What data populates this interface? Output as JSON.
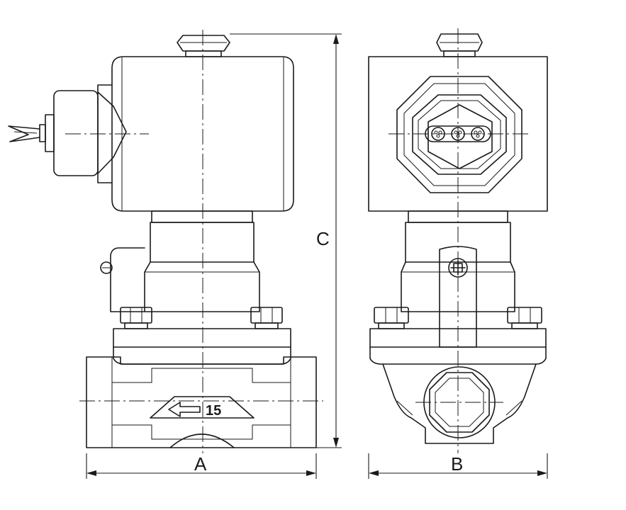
{
  "dimensions": {
    "width_label": "A",
    "depth_label": "B",
    "height_label": "C"
  },
  "body_marking": "15",
  "views": [
    "front-view",
    "side-view"
  ]
}
